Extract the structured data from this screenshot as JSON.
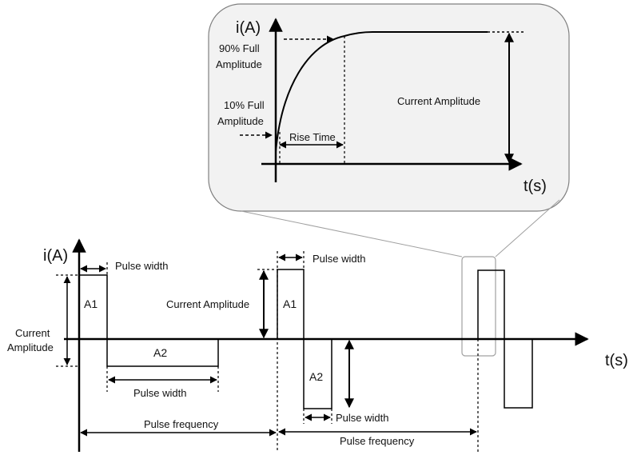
{
  "inset": {
    "y_axis_label": "i(A)",
    "x_axis_label": "t(s)",
    "label_90_line1": "90% Full",
    "label_90_line2": "Amplitude",
    "label_10_line1": "10% Full",
    "label_10_line2": "Amplitude",
    "rise_time": "Rise Time",
    "current_amplitude": "Current Amplitude"
  },
  "main": {
    "y_axis_label": "i(A)",
    "x_axis_label": "t(s)",
    "pulse_width_1": "Pulse width",
    "area_a1_left": "A1",
    "area_a2_left": "A2",
    "current_amplitude_left_line1": "Current",
    "current_amplitude_left_line2": "Amplitude",
    "pulse_width_2": "Pulse width",
    "pulse_frequency_1": "Pulse frequency",
    "pulse_width_3": "Pulse width",
    "current_amplitude_mid": "Current Amplitude",
    "area_a1_mid": "A1",
    "area_a2_mid": "A2",
    "pulse_width_4": "Pulse width",
    "pulse_frequency_2": "Pulse frequency"
  }
}
